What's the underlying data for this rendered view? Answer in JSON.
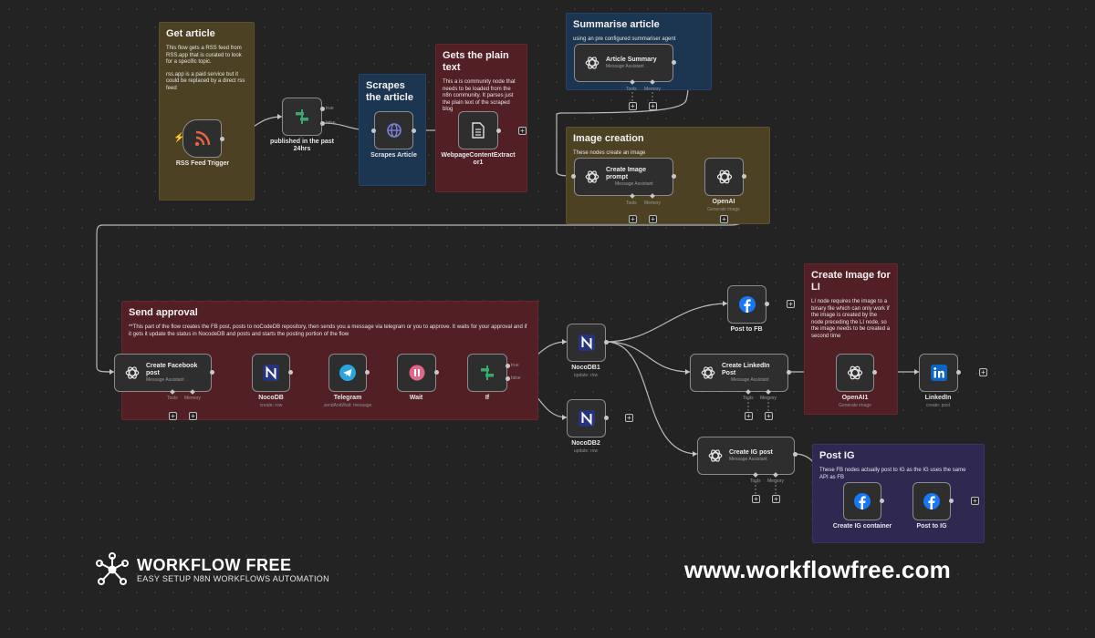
{
  "stickies": {
    "get_article": {
      "title": "Get article",
      "body1": "This flow gets a RSS feed from RSS.app that is curated to look for a specific topic.",
      "body2": "rss.app is a paid service but it could be replaced by a direct rss feed"
    },
    "scrapes": {
      "title": "Scrapes the article"
    },
    "plain_text": {
      "title": "Gets the plain text",
      "body": "This a is community node that needs to be loaded from the n8n community. It parses just the plain text of the scraped blog"
    },
    "summarise": {
      "title": "Summarise article",
      "body": "using an pre configured summariser agent"
    },
    "image_creation": {
      "title": "Image creation",
      "body": "These nodes create an image"
    },
    "send_approval": {
      "title": "Send approval",
      "body": "**This part of the flow creates the FB post, posts to noCodeDB repository, then sends you a message via telegram or you to approve. It waits for your approval and if it gets it update the status in NocodeDB and posts and starts the posting portion of the flow"
    },
    "image_li": {
      "title": "Create Image for LI",
      "body": "LI node requires the image to a binary file which can only work if the image is created by the node preceding the LI node, so the image needs to be created a second time"
    },
    "post_ig": {
      "title": "Post IG",
      "body": "These FB nodes actually post to IG as the IG uses the same API as FB"
    }
  },
  "nodes": {
    "rss": {
      "label": "RSS Feed Trigger",
      "icon": "rss-icon"
    },
    "published": {
      "label": "published in the past 24hrs",
      "icon": "if-signpost-icon",
      "port_true": "true",
      "port_false": "false"
    },
    "scrapes": {
      "label": "Scrapes Article",
      "icon": "globe-icon"
    },
    "extractor": {
      "label": "WebpageContentExtractor1",
      "icon": "document-icon"
    },
    "summary": {
      "title": "Article Summary",
      "sub": "Message Assistant",
      "tools": "Tools",
      "memory": "Memory",
      "icon": "openai-icon"
    },
    "create_image_prompt": {
      "title": "Create Image prompt",
      "sub": "Message Assistant",
      "tools": "Tools",
      "memory": "Memory",
      "icon": "openai-icon"
    },
    "openai": {
      "label": "OpenAI",
      "sub": "Generate image",
      "icon": "openai-icon"
    },
    "create_fb_post": {
      "title": "Create Facebook post",
      "sub": "Message Assistant",
      "tools": "Tools",
      "memory": "Memory",
      "icon": "openai-icon"
    },
    "nocodb": {
      "label": "NocoDB",
      "sub": "create: row",
      "icon": "nocodb-icon"
    },
    "telegram": {
      "label": "Telegram",
      "sub": "sendAndWait: message",
      "icon": "telegram-icon"
    },
    "wait": {
      "label": "Wait",
      "icon": "pause-icon"
    },
    "if": {
      "label": "If",
      "icon": "if-signpost-icon",
      "port_true": "true",
      "port_false": "false"
    },
    "nocodb1": {
      "label": "NocoDB1",
      "sub": "update: row",
      "icon": "nocodb-icon"
    },
    "nocodb2": {
      "label": "NocoDB2",
      "sub": "update: row",
      "icon": "nocodb-icon"
    },
    "post_fb": {
      "label": "Post to FB",
      "icon": "facebook-icon"
    },
    "create_li_post": {
      "title": "Create LinkedIn Post",
      "sub": "Message Assistant",
      "tools": "Tools",
      "memory": "Memory",
      "icon": "openai-icon"
    },
    "openai1": {
      "label": "OpenAI1",
      "sub": "Generate image",
      "icon": "openai-icon"
    },
    "linkedin": {
      "label": "LinkedIn",
      "sub": "create: post",
      "icon": "linkedin-icon"
    },
    "create_ig_post": {
      "title": "Create IG post",
      "sub": "Message Assistant",
      "tools": "Tools",
      "memory": "Memory",
      "icon": "openai-icon"
    },
    "ig_container": {
      "label": "Create IG container",
      "icon": "facebook-icon"
    },
    "post_ig": {
      "label": "Post to IG",
      "icon": "facebook-icon"
    }
  },
  "footer": {
    "brand": "WORKFLOW FREE",
    "tagline": "EASY SETUP N8N WORKFLOWS AUTOMATION",
    "website": "www.workflowfree.com"
  },
  "colors": {
    "sticky_yellow": "#4c4122",
    "sticky_red": "#521f25",
    "sticky_blue": "#1c3550",
    "sticky_purple": "#2f2850",
    "rss_orange": "#e8643c",
    "if_green": "#3aa76d",
    "globe_blue": "#7f7fdd",
    "nocodb_navy": "#27337a",
    "telegram_blue": "#2aa3df",
    "wait_pink": "#e0668a",
    "facebook_blue": "#1877f2",
    "linkedin_blue": "#0a66c2"
  }
}
